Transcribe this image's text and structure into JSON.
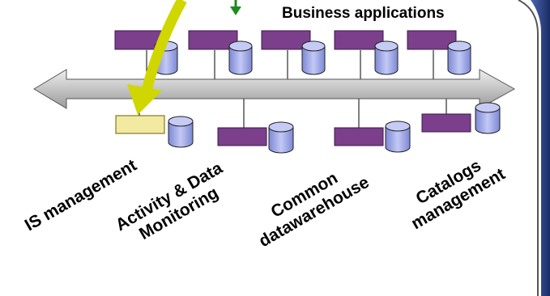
{
  "header": {
    "title": "Business applications"
  },
  "labels": {
    "is_management": "IS management",
    "activity_line1": "Activity & Data",
    "activity_line2": "Monitoring",
    "common_line1": "Common",
    "common_line2": "datawarehouse",
    "catalogs_line1": "Catalogs",
    "catalogs_line2": "management"
  },
  "colors": {
    "app_box": "#7b3f8c",
    "app_box_border": "#3a1a48",
    "highlight_box": "#f2eaa0",
    "database": "#9aa6e8",
    "bus": "#c8c8c8",
    "bus_border": "#555555",
    "yellow_arrow": "#cfd600",
    "green_arrow": "#1f8a1f",
    "panel_border": "#2c3e76"
  }
}
